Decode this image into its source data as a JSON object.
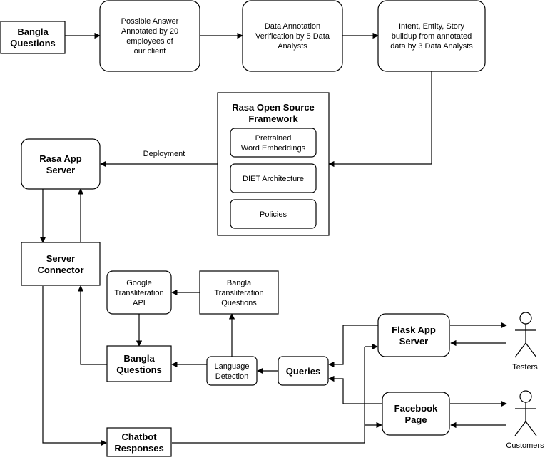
{
  "nodes": {
    "bangla_questions_top": {
      "lines": [
        "Bangla",
        "Questions"
      ]
    },
    "possible_answer": {
      "lines": [
        "Possible Answer",
        "Annotated by 20",
        "employees of",
        "our client"
      ]
    },
    "data_annotation": {
      "lines": [
        "Data Annotation",
        "Verification by 5 Data",
        "Analysts"
      ]
    },
    "intent_entity": {
      "lines": [
        "Intent, Entity, Story",
        "buildup from annotated",
        "data by 3 Data Analysts"
      ]
    },
    "rasa_framework": {
      "lines": [
        "Rasa Open Source",
        "Framework"
      ]
    },
    "pretrained": {
      "lines": [
        "Pretrained",
        "Word Embeddings"
      ]
    },
    "diet": {
      "lines": [
        "DIET Architecture"
      ]
    },
    "policies": {
      "lines": [
        "Policies"
      ]
    },
    "rasa_app_server": {
      "lines": [
        "Rasa App",
        "Server"
      ]
    },
    "server_connector": {
      "lines": [
        "Server",
        "Connector"
      ]
    },
    "google_api": {
      "lines": [
        "Google",
        "Transliteration",
        "API"
      ]
    },
    "bangla_transliteration": {
      "lines": [
        "Bangla",
        "Transliteration",
        "Questions"
      ]
    },
    "bangla_questions": {
      "lines": [
        "Bangla",
        "Questions"
      ]
    },
    "language_detection": {
      "lines": [
        "Language",
        "Detection"
      ]
    },
    "queries": {
      "lines": [
        "Queries"
      ]
    },
    "flask_app_server": {
      "lines": [
        "Flask App",
        "Server"
      ]
    },
    "facebook_page": {
      "lines": [
        "Facebook",
        "Page"
      ]
    },
    "chatbot_responses": {
      "lines": [
        "Chatbot",
        "Responses"
      ]
    }
  },
  "edge_labels": {
    "deployment": "Deployment"
  },
  "actors": {
    "testers": {
      "label": "Testers"
    },
    "customers": {
      "label": "Customers"
    }
  }
}
